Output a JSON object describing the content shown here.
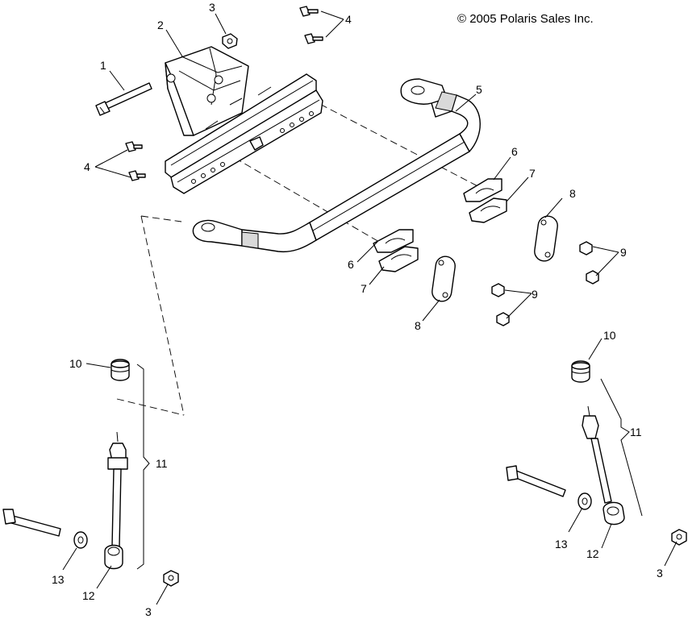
{
  "copyright": "© 2005 Polaris Sales Inc.",
  "callouts": {
    "c1": "1",
    "c2": "2",
    "c3_top": "3",
    "c3_bottom_left": "3",
    "c3_bottom_right": "3",
    "c4_top": "4",
    "c4_left": "4",
    "c5": "5",
    "c6_right": "6",
    "c6_left": "6",
    "c7_right": "7",
    "c7_left": "7",
    "c8_right": "8",
    "c8_left": "8",
    "c9_right": "9",
    "c9_left": "9",
    "c10_left": "10",
    "c10_right": "10",
    "c11_left": "11",
    "c11_right": "11",
    "c12_left": "12",
    "c12_right": "12",
    "c13_left": "13",
    "c13_right": "13"
  }
}
